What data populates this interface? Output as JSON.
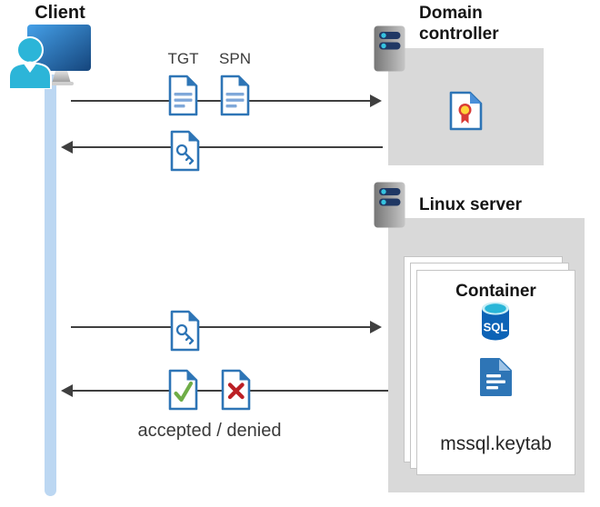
{
  "diagram": {
    "client": {
      "label": "Client"
    },
    "messages": {
      "tgt": "TGT",
      "spn": "SPN",
      "result": "accepted / denied"
    },
    "domain_controller": {
      "title_line1": "Domain",
      "title_line2": "controller"
    },
    "linux_server": {
      "title": "Linux server"
    },
    "container": {
      "title": "Container",
      "sql_badge": "SQL",
      "keytab": "mssql.keytab"
    },
    "icons": {
      "client": "person-at-monitor-icon",
      "server": "rack-server-icon",
      "ticket": "document-icon",
      "key_ticket": "key-document-icon",
      "certificate": "certificate-document-icon",
      "accepted": "check-document-icon",
      "denied": "cross-document-icon",
      "sql": "sql-database-icon",
      "keytab": "keytab-document-icon"
    },
    "colors": {
      "document_blue": "#2e75b6",
      "document_line_blue": "#7fa8d9",
      "lifeline_blue": "#bcd7f2",
      "accept_green": "#6fad47",
      "deny_red": "#bb2025",
      "arrow_gray": "#3f3f3f",
      "host_box_gray": "#d9d9d9",
      "sql_body_blue": "#0d63b6",
      "sql_top_cyan": "#29b6d8",
      "person_cyan": "#2cb5d8",
      "server_pill_navy": "#203864"
    }
  }
}
